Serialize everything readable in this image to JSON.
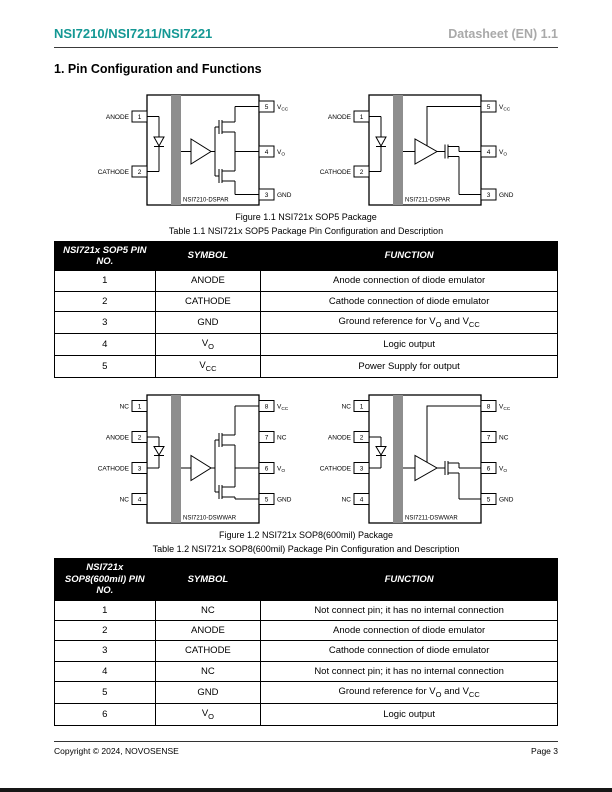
{
  "header": {
    "title": "NSI7210/NSI7211/NSI7221",
    "version": "Datasheet (EN) 1.1"
  },
  "section": {
    "title": "1. Pin Configuration and Functions"
  },
  "colors": {
    "accent_teal": "#149894",
    "version_gray": "#a9a9a9",
    "table_header_bg": "#000000",
    "isolation_bar": "#8e8e8e"
  },
  "figure1": {
    "caption": "Figure 1.1 NSI721x SOP5 Package",
    "diagrams": [
      {
        "part_label": "NSI7210-DSPAR",
        "left_pins": [
          {
            "num": "1",
            "label": "ANODE"
          },
          {
            "num": "2",
            "label": "CATHODE"
          }
        ],
        "right_pins": [
          {
            "num": "5",
            "label": "V~CC~"
          },
          {
            "num": "4",
            "label": "V~O~"
          },
          {
            "num": "3",
            "label": "GND"
          }
        ]
      },
      {
        "part_label": "NSI7211-DSPAR",
        "left_pins": [
          {
            "num": "1",
            "label": "ANODE"
          },
          {
            "num": "2",
            "label": "CATHODE"
          }
        ],
        "right_pins": [
          {
            "num": "5",
            "label": "V~CC~"
          },
          {
            "num": "4",
            "label": "V~O~"
          },
          {
            "num": "3",
            "label": "GND"
          }
        ]
      }
    ]
  },
  "table1": {
    "caption": "Table 1.1 NSI721x SOP5 Package Pin Configuration and Description",
    "headers": [
      "NSI721x SOP5 PIN NO.",
      "SYMBOL",
      "FUNCTION"
    ],
    "rows": [
      {
        "no": "1",
        "symbol": "ANODE",
        "function": "Anode connection of diode emulator"
      },
      {
        "no": "2",
        "symbol": "CATHODE",
        "function": "Cathode connection of diode emulator"
      },
      {
        "no": "3",
        "symbol": "GND",
        "function": "Ground reference for V~O~ and V~CC~"
      },
      {
        "no": "4",
        "symbol": "V~O~",
        "function": "Logic output"
      },
      {
        "no": "5",
        "symbol": "V~CC~",
        "function": "Power Supply for output"
      }
    ]
  },
  "figure2": {
    "caption": "Figure 1.2 NSI721x SOP8(600mil) Package",
    "diagrams": [
      {
        "part_label": "NSI7210-DSWWAR",
        "left_pins": [
          {
            "num": "1",
            "label": "NC"
          },
          {
            "num": "2",
            "label": "ANODE"
          },
          {
            "num": "3",
            "label": "CATHODE"
          },
          {
            "num": "4",
            "label": "NC"
          }
        ],
        "right_pins": [
          {
            "num": "8",
            "label": "V~CC~"
          },
          {
            "num": "7",
            "label": "NC"
          },
          {
            "num": "6",
            "label": "V~O~"
          },
          {
            "num": "5",
            "label": "GND"
          }
        ]
      },
      {
        "part_label": "NSI7211-DSWWAR",
        "left_pins": [
          {
            "num": "1",
            "label": "NC"
          },
          {
            "num": "2",
            "label": "ANODE"
          },
          {
            "num": "3",
            "label": "CATHODE"
          },
          {
            "num": "4",
            "label": "NC"
          }
        ],
        "right_pins": [
          {
            "num": "8",
            "label": "V~CC~"
          },
          {
            "num": "7",
            "label": "NC"
          },
          {
            "num": "6",
            "label": "V~O~"
          },
          {
            "num": "5",
            "label": "GND"
          }
        ]
      }
    ]
  },
  "table2": {
    "caption": "Table 1.2 NSI721x SOP8(600mil) Package Pin Configuration and Description",
    "headers": [
      "NSI721x SOP8(600mil) PIN NO.",
      "SYMBOL",
      "FUNCTION"
    ],
    "rows": [
      {
        "no": "1",
        "symbol": "NC",
        "function": "Not connect pin; it has no internal connection"
      },
      {
        "no": "2",
        "symbol": "ANODE",
        "function": "Anode connection of diode emulator"
      },
      {
        "no": "3",
        "symbol": "CATHODE",
        "function": "Cathode connection of diode emulator"
      },
      {
        "no": "4",
        "symbol": "NC",
        "function": "Not connect pin; it has no internal connection"
      },
      {
        "no": "5",
        "symbol": "GND",
        "function": "Ground reference for V~O~ and V~CC~"
      },
      {
        "no": "6",
        "symbol": "V~O~",
        "function": "Logic output"
      }
    ]
  },
  "footer": {
    "copyright": "Copyright © 2024, NOVOSENSE",
    "page": "Page 3"
  }
}
